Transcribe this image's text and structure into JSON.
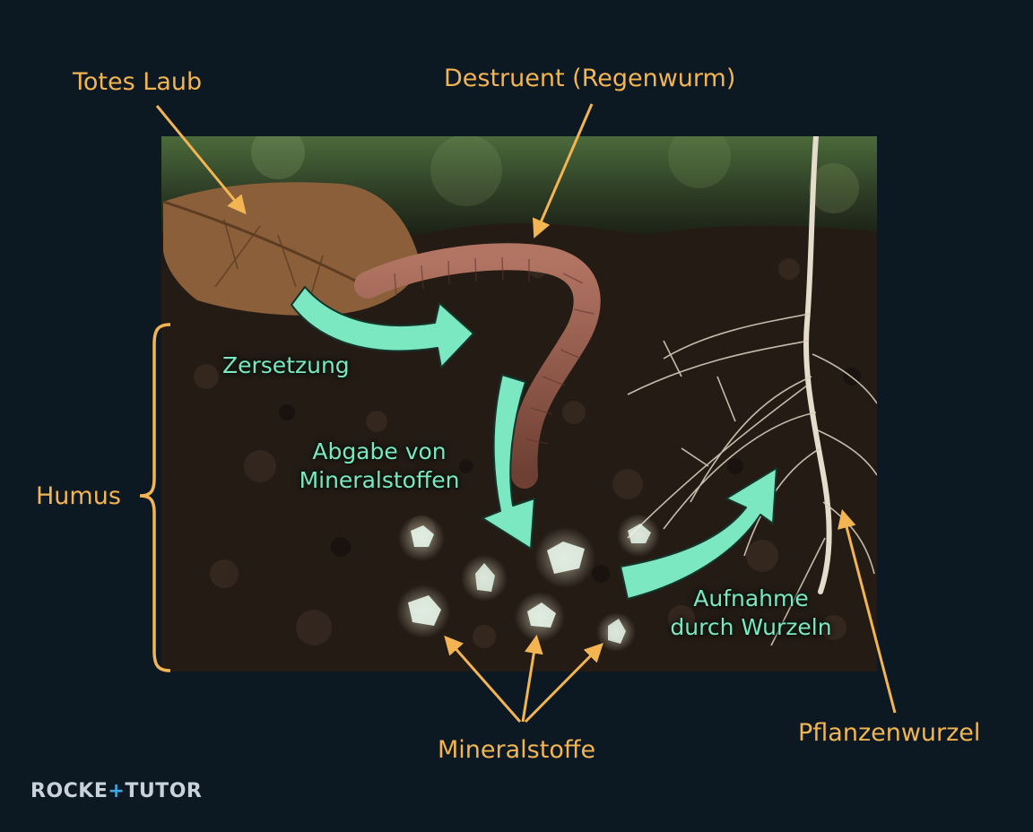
{
  "labels": {
    "dead_leaves": "Totes Laub",
    "decomposer": "Destruent (Regenwurm)",
    "humus": "Humus",
    "minerals": "Mineralstoffe",
    "plant_root": "Pflanzenwurzel"
  },
  "flows": {
    "decomposition": "Zersetzung",
    "mineral_release_line1": "Abgabe von",
    "mineral_release_line2": "Mineralstoffen",
    "root_uptake_line1": "Aufnahme",
    "root_uptake_line2": "durch Wurzeln"
  },
  "brand": {
    "part1": "ROCKE",
    "plus": "+",
    "part2": "TUTOR"
  },
  "colors": {
    "background": "#0c1822",
    "label": "#f2b552",
    "flow_arrow": "#7ce8c2",
    "soil": "#2a201a",
    "worm": "#9b5f4f",
    "leaf": "#8a5f3a",
    "root": "#e6dccb",
    "crystal": "#e8f6ea",
    "brand_accent": "#3fa9e6"
  }
}
